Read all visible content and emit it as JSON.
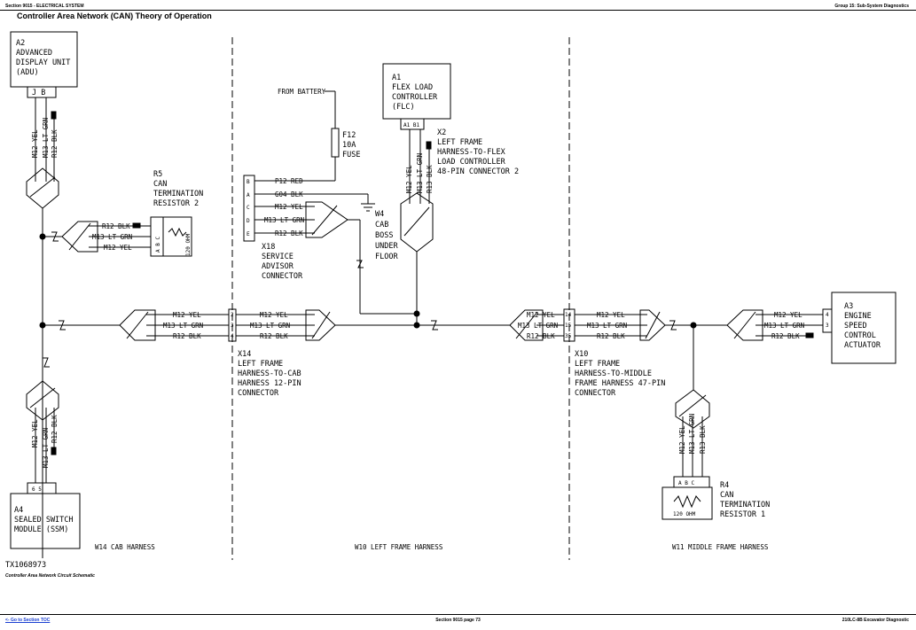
{
  "header": {
    "left": "Section 9015 - ELECTRICAL SYSTEM",
    "right": "Group 15: Sub-System Diagnostics"
  },
  "title": "Controller Area Network (CAN) Theory of Operation",
  "figure_id": "TX1068973",
  "caption": "Controller Area Network Circuit Schematic",
  "footer": {
    "link": "<- Go to Section TOC",
    "page": "Section 9015 page 73",
    "model": "210LC-8B Excavator Diagnostic"
  },
  "components": {
    "a2": [
      "A2",
      "ADVANCED",
      "DISPLAY UNIT",
      "(ADU)"
    ],
    "a2_pins": "J B",
    "a4": [
      "A4",
      "SEALED SWITCH",
      "MODULE (SSM)"
    ],
    "a4_pins": "6 5",
    "r5": [
      "R5",
      "CAN",
      "TERMINATION",
      "RESISTOR 2"
    ],
    "r5_pins": "A B C",
    "r5_value": "120 OHM",
    "from_battery": "FROM BATTERY",
    "f12": [
      "F12",
      "10A",
      "FUSE"
    ],
    "x18": [
      "X18",
      "SERVICE",
      "ADVISOR",
      "CONNECTOR"
    ],
    "x18_pins": [
      "B",
      "A",
      "C",
      "D",
      "E"
    ],
    "x18_wires": [
      "P12 RED",
      "G04 BLK",
      "M12 YEL",
      "M13 LT GRN",
      "R12 BLK"
    ],
    "w4": [
      "W4",
      "CAB",
      "BOSS",
      "UNDER",
      "FLOOR"
    ],
    "a1": [
      "A1",
      "FLEX LOAD",
      "CONTROLLER",
      "(FLC)"
    ],
    "a1_pins": "A1 B1",
    "x2": [
      "X2",
      "LEFT FRAME",
      "HARNESS-TO-FLEX",
      "LOAD CONTROLLER",
      "48-PIN CONNECTOR 2"
    ],
    "x14": [
      "X14",
      "LEFT FRAME",
      "HARNESS-TO-CAB",
      "HARNESS 12-PIN",
      "CONNECTOR"
    ],
    "x14_pins": [
      "2",
      "3",
      "4"
    ],
    "x10": [
      "X10",
      "LEFT FRAME",
      "HARNESS-TO-MIDDLE",
      "FRAME HARNESS 47-PIN",
      "CONNECTOR"
    ],
    "x10_pins": [
      "14",
      "15",
      "35"
    ],
    "a3": [
      "A3",
      "ENGINE",
      "SPEED",
      "CONTROL",
      "ACTUATOR"
    ],
    "a3_pins": [
      "4",
      "3"
    ],
    "r4": [
      "R4",
      "CAN",
      "TERMINATION",
      "RESISTOR 1"
    ],
    "r4_pins": "A B C",
    "r4_value": "120 OHM"
  },
  "wires": {
    "m12": "M12 YEL",
    "m13": "M13 LT GRN",
    "r12": "R12 BLK",
    "r13": "R13 BLK"
  },
  "harness_labels": [
    "W14 CAB HARNESS",
    "W10 LEFT FRAME HARNESS",
    "W11 MIDDLE FRAME HARNESS"
  ]
}
